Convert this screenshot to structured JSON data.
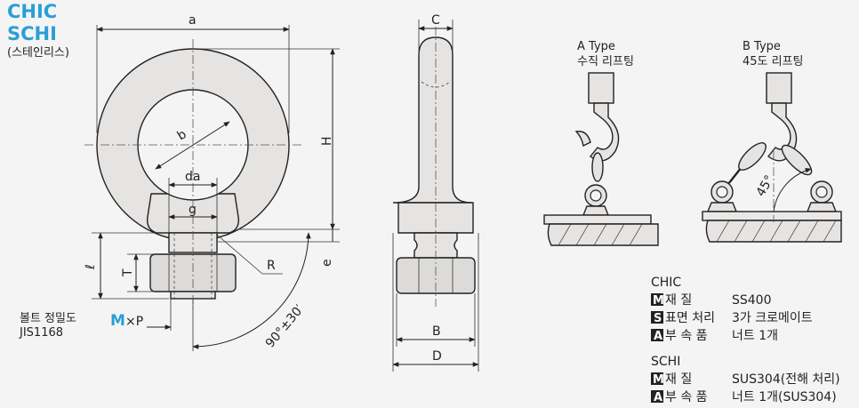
{
  "header": {
    "title_line1": "CHIC",
    "title_line2": "SCHI",
    "subtitle": "(스테인리스)"
  },
  "front_view": {
    "labels": {
      "a": "a",
      "b": "b",
      "da": "da",
      "g": "g",
      "R": "R",
      "T": "T",
      "l": "ℓ",
      "H": "H",
      "e": "e",
      "angle": "90°±30′"
    }
  },
  "side_view": {
    "labels": {
      "C": "C",
      "B": "B",
      "D": "D"
    }
  },
  "thread_note": {
    "label_line1": "볼트 정밀도",
    "label_line2": "JIS1168",
    "M": "M",
    "suffix": "×P"
  },
  "type_a": {
    "line1": "A Type",
    "line2": "수직 리프팅"
  },
  "type_b": {
    "line1": "B Type",
    "line2": "45도 리프팅",
    "angle": "45°"
  },
  "specs": [
    {
      "name": "CHIC",
      "rows": [
        {
          "badge": "M",
          "label": "재   질",
          "value": "SS400"
        },
        {
          "badge": "S",
          "label": "표면 처리",
          "value": "3가 크로메이트"
        },
        {
          "badge": "A",
          "label": "부 속 품",
          "value": "너트 1개"
        }
      ]
    },
    {
      "name": "SCHI",
      "rows": [
        {
          "badge": "M",
          "label": "재   질",
          "value": "SUS304(전해 처리)"
        },
        {
          "badge": "A",
          "label": "부 속 품",
          "value": "너트 1개(SUS304)"
        }
      ]
    }
  ],
  "colors": {
    "title": "#2a9fd6",
    "M": "#2a9fd6",
    "background": "#f4f4f5"
  }
}
